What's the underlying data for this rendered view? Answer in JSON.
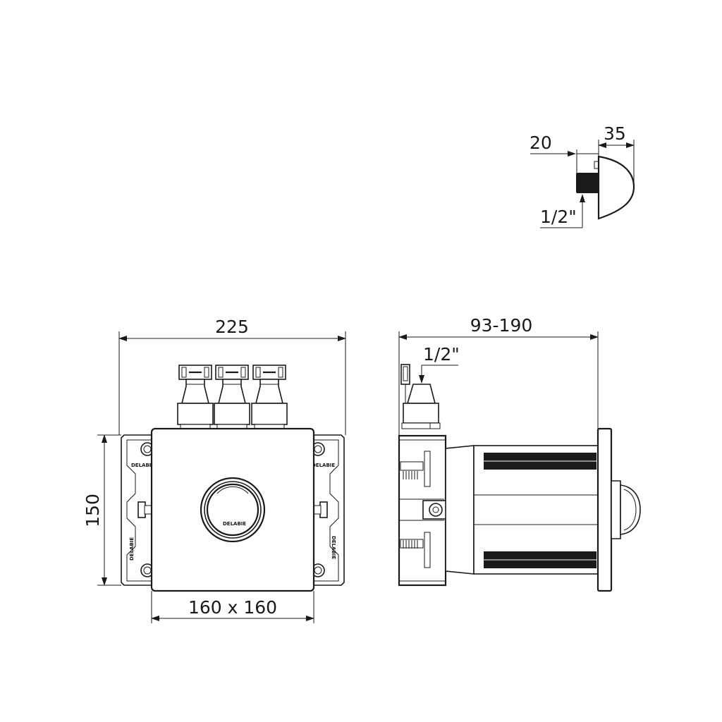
{
  "dimensions": {
    "width_overall": "225",
    "height_overall": "150",
    "plate_size": "160 x 160",
    "depth_range": "93-190",
    "inlet_side": "1/2\"",
    "button_projection": "35",
    "button_offset": "20",
    "inlet_button": "1/2\""
  },
  "branding": {
    "left_top": "DELABIE",
    "right_top": "DELABIE",
    "left_bottom": "DELABIE",
    "right_bottom": "DELABIE",
    "center": "DELABIE"
  },
  "colors": {
    "line": "#1a1a1a",
    "fill_dark": "#1a1a1a",
    "background": "#ffffff"
  }
}
